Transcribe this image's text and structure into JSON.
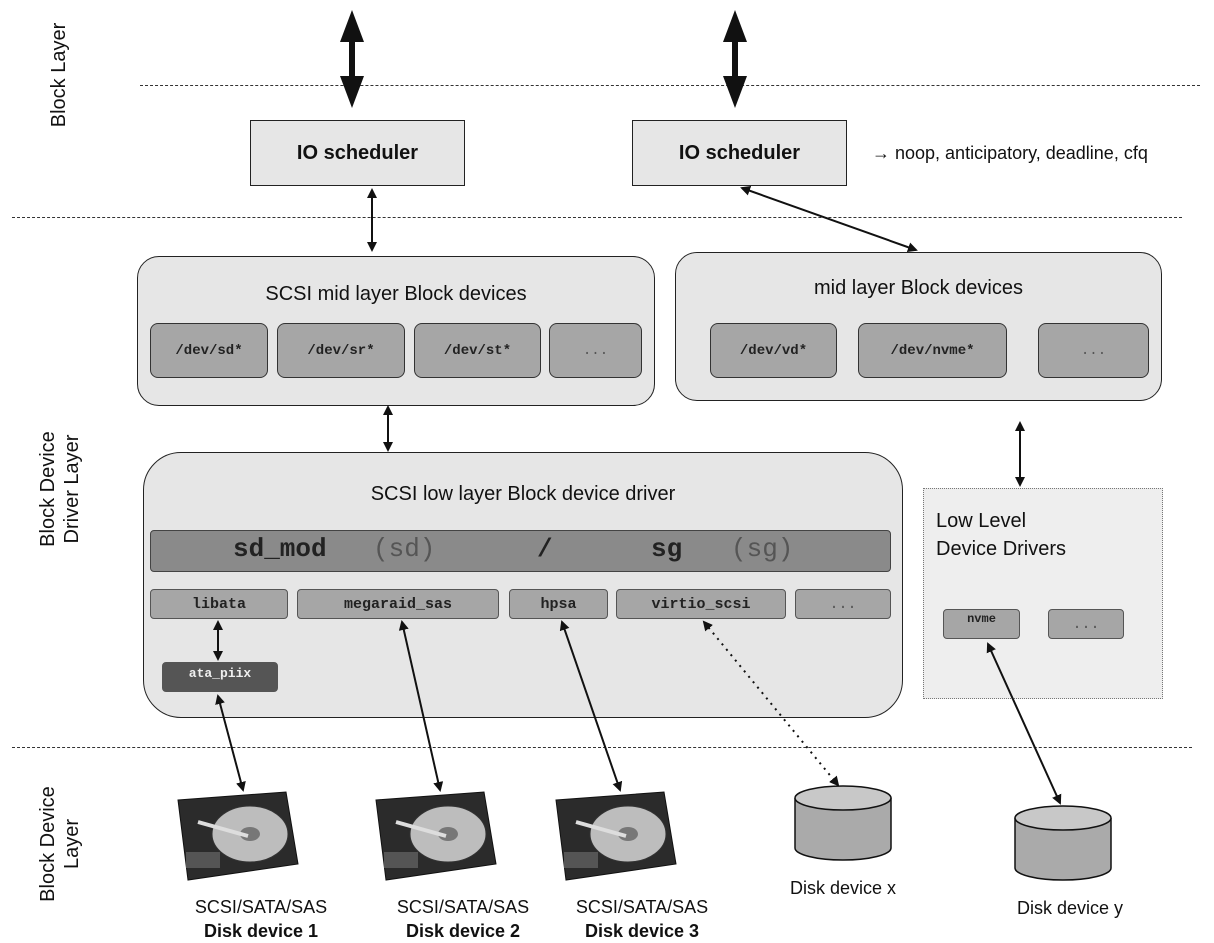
{
  "layers": {
    "block": "Block Layer",
    "driver": "Block Device Driver Layer",
    "device": "Block Device Layer",
    "driver_lines": [
      "Block Device",
      "Driver Layer"
    ],
    "device_lines": [
      "Block Device",
      "Layer"
    ]
  },
  "schedulers": {
    "left": "IO scheduler",
    "right": "IO scheduler",
    "note": "→ noop, anticipatory, deadline, cfq"
  },
  "scsi_mid": {
    "title": "SCSI mid layer Block devices",
    "devices": [
      "/dev/sd*",
      "/dev/sr*",
      "/dev/st*",
      "..."
    ]
  },
  "mid": {
    "title": "mid layer Block devices",
    "devices": [
      "/dev/vd*",
      "/dev/nvme*",
      "..."
    ]
  },
  "scsi_low": {
    "title": "SCSI low layer Block device driver",
    "sd_mod": "sd_mod",
    "sd_mod_alias": "(sd)",
    "slash": "/",
    "sg": "sg",
    "sg_alias": "(sg)",
    "drivers": [
      "libata",
      "megaraid_sas",
      "hpsa",
      "virtio_scsi",
      "..."
    ],
    "ata_piix": "ata_piix"
  },
  "low_level": {
    "title_lines": [
      "Low Level",
      "Device Drivers"
    ],
    "drivers": [
      "nvme",
      "..."
    ]
  },
  "disks": [
    {
      "type": "SCSI/SATA/SAS",
      "name": "Disk device 1"
    },
    {
      "type": "SCSI/SATA/SAS",
      "name": "Disk device 2"
    },
    {
      "type": "SCSI/SATA/SAS",
      "name": "Disk device 3"
    }
  ],
  "cylinders": [
    "Disk device x",
    "Disk device y"
  ]
}
